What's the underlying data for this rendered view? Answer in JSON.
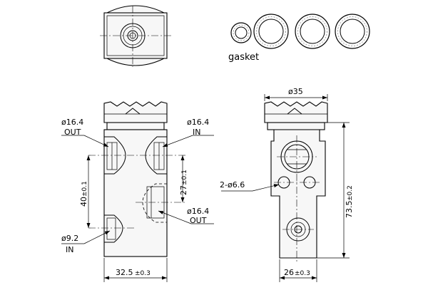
{
  "labels": {
    "gasket": "gasket",
    "dia_35": "ø35",
    "out_top_dia": "ø16.4",
    "out_top_word": "OUT",
    "in_top_dia": "ø16.4",
    "in_top_word": "IN",
    "out_bottom_dia": "ø16.4",
    "out_bottom_word": "OUT",
    "in_bottom_dia": "ø9.2",
    "in_bottom_word": "IN",
    "holes": "2-ø6.6",
    "dim_40": "40",
    "dim_40_tol": "±0.1",
    "dim_27": "27",
    "dim_27_tol": "±0.1",
    "dim_32_5": "32.5",
    "dim_32_5_tol": "±0.3",
    "dim_26": "26",
    "dim_26_tol": "±0.3",
    "dim_73_5": "73.5",
    "dim_73_5_tol": "±0.2"
  }
}
